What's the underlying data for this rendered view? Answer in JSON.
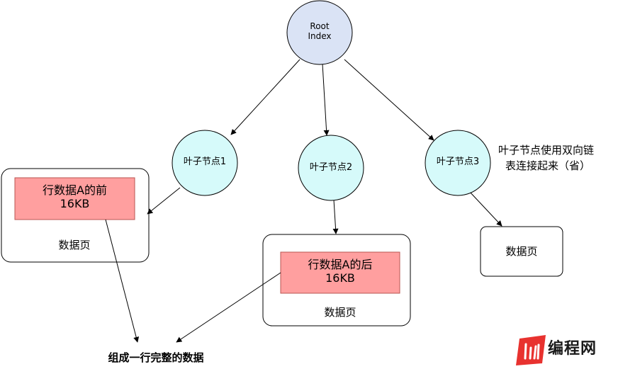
{
  "root": {
    "line1": "Root",
    "line2": "Index"
  },
  "leaves": [
    {
      "label": "叶子节点1"
    },
    {
      "label": "叶子节点2"
    },
    {
      "label": "叶子节点3"
    }
  ],
  "pages": [
    {
      "cell_line1": "行数据A的前",
      "cell_line2": "16KB",
      "label": "数据页"
    },
    {
      "cell_line1": "行数据A的后",
      "cell_line2": "16KB",
      "label": "数据页"
    },
    {
      "label": "数据页"
    }
  ],
  "note": {
    "line1": "叶子节点使用双向链",
    "line2": "表连接起来（省）"
  },
  "caption": "组成一行完整的数据",
  "watermark": {
    "text": "编程网"
  },
  "colors": {
    "root_fill": "#dae3f5",
    "leaf_fill": "#d6fafa",
    "cell_fill": "#ff9f9f",
    "logo_red": "#e8322f"
  }
}
